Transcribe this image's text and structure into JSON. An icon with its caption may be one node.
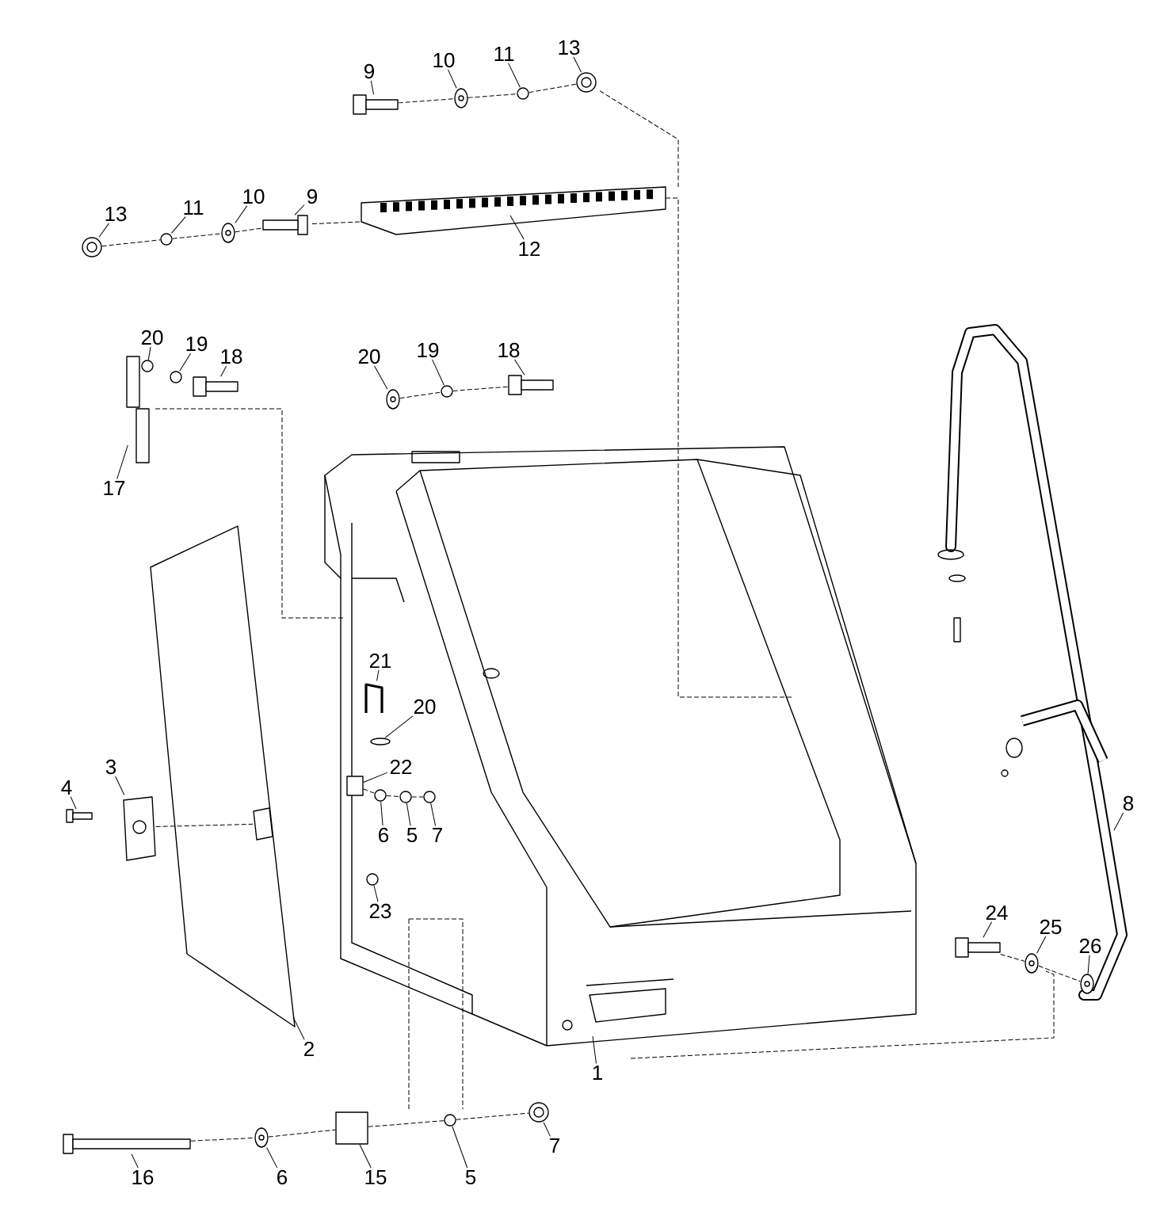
{
  "diagram": {
    "nodes": [
      {
        "text": [
          "9"
        ]
      },
      {
        "text": [
          "10"
        ]
      },
      {
        "text": [
          "11"
        ]
      },
      {
        "text": [
          "13"
        ]
      },
      {
        "text": [
          "13"
        ]
      },
      {
        "text": [
          "11"
        ]
      },
      {
        "text": [
          "10"
        ]
      },
      {
        "text": [
          "9"
        ]
      },
      {
        "text": [
          "12"
        ]
      },
      {
        "text": [
          "20"
        ]
      },
      {
        "text": [
          "19"
        ]
      },
      {
        "text": [
          "18"
        ]
      },
      {
        "text": [
          "17"
        ]
      },
      {
        "text": [
          "20"
        ]
      },
      {
        "text": [
          "19"
        ]
      },
      {
        "text": [
          "18"
        ]
      },
      {
        "text": [
          "21"
        ]
      },
      {
        "text": [
          "20"
        ]
      },
      {
        "text": [
          "22"
        ]
      },
      {
        "text": [
          "6"
        ]
      },
      {
        "text": [
          "5"
        ]
      },
      {
        "text": [
          "7"
        ]
      },
      {
        "text": [
          "23"
        ]
      },
      {
        "text": [
          "4"
        ]
      },
      {
        "text": [
          "3"
        ]
      },
      {
        "text": [
          "2"
        ]
      },
      {
        "text": [
          "1"
        ]
      },
      {
        "text": [
          "24"
        ]
      },
      {
        "text": [
          "25"
        ]
      },
      {
        "text": [
          "26"
        ]
      },
      {
        "text": [
          "8"
        ]
      },
      {
        "text": [
          "16"
        ]
      },
      {
        "text": [
          "6"
        ]
      },
      {
        "text": [
          "15"
        ]
      },
      {
        "text": [
          "5"
        ]
      },
      {
        "text": [
          "7"
        ]
      },
      {
        "text": [],
        "shape": "bolt"
      },
      {
        "text": [],
        "shape": "washer"
      },
      {
        "text": [],
        "shape": "nut"
      },
      {
        "text": [],
        "shape": "nut"
      },
      {
        "text": [],
        "shape": "nut"
      },
      {
        "text": [],
        "shape": "nut"
      },
      {
        "text": [],
        "shape": "washer"
      },
      {
        "text": [],
        "shape": "bolt"
      },
      {
        "text": [],
        "shape": "nut"
      },
      {
        "text": [],
        "shape": "nut"
      },
      {
        "text": [],
        "shape": "bolt"
      },
      {
        "text": [],
        "shape": "hinge"
      },
      {
        "text": [],
        "shape": "washer"
      },
      {
        "text": [],
        "shape": "nut"
      },
      {
        "text": [],
        "shape": "bolt"
      },
      {
        "text": [],
        "shape": "pin"
      },
      {
        "text": [],
        "shape": "washer"
      },
      {
        "text": [],
        "shape": "bracket"
      },
      {
        "text": [],
        "shape": "nut"
      },
      {
        "text": [],
        "shape": "nut"
      },
      {
        "text": [],
        "shape": "nut"
      },
      {
        "text": [],
        "shape": "nut"
      },
      {
        "text": [],
        "shape": "bolt"
      },
      {
        "text": [],
        "shape": "plate"
      },
      {
        "text": [],
        "shape": "bolt"
      },
      {
        "text": [],
        "shape": "washer"
      },
      {
        "text": [],
        "shape": "washer"
      },
      {
        "text": [],
        "shape": "bolt"
      },
      {
        "text": [],
        "shape": "washer"
      },
      {
        "text": [],
        "shape": "sleeve"
      },
      {
        "text": [],
        "shape": "nut"
      },
      {
        "text": [],
        "shape": "nut"
      },
      {
        "text": [],
        "shape": "plate"
      }
    ],
    "edges": [
      {
        "from": 0,
        "to": 36,
        "arrow": "none"
      },
      {
        "from": 1,
        "to": 37,
        "arrow": "none"
      },
      {
        "from": 2,
        "to": 38,
        "arrow": "none"
      },
      {
        "from": 3,
        "to": 39,
        "arrow": "none"
      },
      {
        "from": 4,
        "to": 40,
        "arrow": "none"
      },
      {
        "from": 5,
        "to": 41,
        "arrow": "none"
      },
      {
        "from": 6,
        "to": 42,
        "arrow": "none"
      },
      {
        "from": 7,
        "to": 43,
        "arrow": "none"
      },
      {
        "from": 8,
        "to": null,
        "arrow": "none"
      },
      {
        "from": 9,
        "to": 44,
        "arrow": "none"
      },
      {
        "from": 10,
        "to": 45,
        "arrow": "none"
      },
      {
        "from": 11,
        "to": 46,
        "arrow": "none"
      },
      {
        "from": 12,
        "to": 47,
        "arrow": "none"
      },
      {
        "from": 13,
        "to": 48,
        "arrow": "none"
      },
      {
        "from": 14,
        "to": 49,
        "arrow": "none"
      },
      {
        "from": 15,
        "to": 50,
        "arrow": "none"
      },
      {
        "from": 16,
        "to": 51,
        "arrow": "none"
      },
      {
        "from": 17,
        "to": 52,
        "arrow": "none"
      },
      {
        "from": 18,
        "to": 53,
        "arrow": "none"
      },
      {
        "from": 19,
        "to": 54,
        "arrow": "none"
      },
      {
        "from": 20,
        "to": 55,
        "arrow": "none"
      },
      {
        "from": 21,
        "to": 56,
        "arrow": "none"
      },
      {
        "from": 22,
        "to": 57,
        "arrow": "none"
      },
      {
        "from": 23,
        "to": 58,
        "arrow": "none"
      },
      {
        "from": 24,
        "to": 59,
        "arrow": "none"
      },
      {
        "from": 25,
        "to": null,
        "arrow": "none"
      },
      {
        "from": 26,
        "to": null,
        "arrow": "none"
      },
      {
        "from": 27,
        "to": 60,
        "arrow": "none"
      },
      {
        "from": 28,
        "to": 61,
        "arrow": "none"
      },
      {
        "from": 29,
        "to": 62,
        "arrow": "none"
      },
      {
        "from": 30,
        "to": null,
        "arrow": "none"
      },
      {
        "from": 31,
        "to": 63,
        "arrow": "none"
      },
      {
        "from": 32,
        "to": 64,
        "arrow": "none"
      },
      {
        "from": 33,
        "to": 65,
        "arrow": "none"
      },
      {
        "from": 34,
        "to": 66,
        "arrow": "none"
      },
      {
        "from": 35,
        "to": 67,
        "arrow": "none"
      },
      {
        "from": 36,
        "to": 37,
        "arrow": "none",
        "style": "dashed"
      },
      {
        "from": 37,
        "to": 38,
        "arrow": "none",
        "style": "dashed"
      },
      {
        "from": 38,
        "to": 39,
        "arrow": "none",
        "style": "dashed"
      },
      {
        "from": 40,
        "to": 41,
        "arrow": "none",
        "style": "dashed"
      },
      {
        "from": 41,
        "to": 42,
        "arrow": "none",
        "style": "dashed"
      },
      {
        "from": 42,
        "to": 43,
        "arrow": "none",
        "style": "dashed"
      },
      {
        "from": 48,
        "to": 49,
        "arrow": "none",
        "style": "dashed"
      },
      {
        "from": 49,
        "to": 50,
        "arrow": "none",
        "style": "dashed"
      },
      {
        "from": 53,
        "to": 54,
        "arrow": "none",
        "style": "dashed"
      },
      {
        "from": 54,
        "to": 55,
        "arrow": "none",
        "style": "dashed"
      },
      {
        "from": 55,
        "to": 56,
        "arrow": "none",
        "style": "dashed"
      },
      {
        "from": 63,
        "to": 64,
        "arrow": "none",
        "style": "dashed"
      },
      {
        "from": 64,
        "to": 65,
        "arrow": "none",
        "style": "dashed"
      },
      {
        "from": 65,
        "to": 66,
        "arrow": "none",
        "style": "dashed"
      },
      {
        "from": 66,
        "to": 67,
        "arrow": "none",
        "style": "dashed"
      },
      {
        "from": 60,
        "to": 61,
        "arrow": "none",
        "style": "dashed"
      },
      {
        "from": 61,
        "to": 62,
        "arrow": "none",
        "style": "dashed"
      },
      {
        "from": 59,
        "to": 68,
        "arrow": "none",
        "style": "dashed"
      }
    ]
  }
}
